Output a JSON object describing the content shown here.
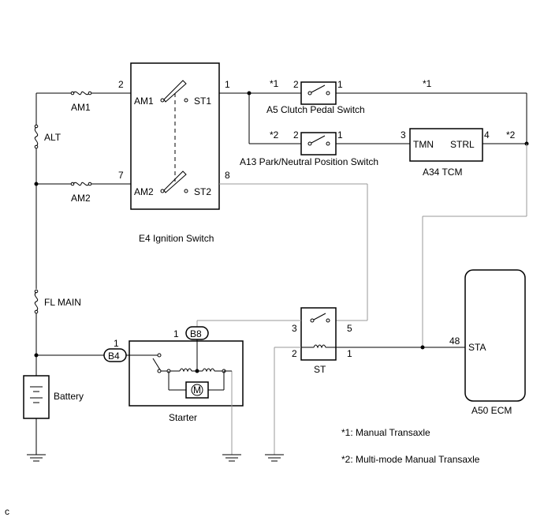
{
  "ignition_switch": {
    "name": "E4 Ignition Switch",
    "terminals": [
      "AM1",
      "ST1",
      "AM2",
      "ST2"
    ],
    "pins": {
      "am1": "2",
      "st1": "1",
      "am2": "7",
      "st2": "8"
    }
  },
  "fuses": {
    "am1": "AM1",
    "am2": "AM2",
    "alt": "ALT",
    "fl_main": "FL MAIN"
  },
  "clutch_switch": {
    "name": "A5 Clutch Pedal Switch",
    "pin_in": "2",
    "pin_out": "1",
    "marker": "*1"
  },
  "park_switch": {
    "name": "A13 Park/Neutral Position Switch",
    "pin_in": "2",
    "pin_out": "1",
    "marker": "*2"
  },
  "marker_top": "*1",
  "tcm": {
    "name": "A34 TCM",
    "in": "TMN",
    "out": "STRL",
    "pin_in": "3",
    "pin_out": "4",
    "marker": "*2"
  },
  "relay": {
    "name": "ST",
    "pins": {
      "p3": "3",
      "p5": "5",
      "p2": "2",
      "p1": "1"
    }
  },
  "ecm": {
    "name": "A50 ECM",
    "terminal": "STA",
    "pin": "48"
  },
  "starter": {
    "name": "Starter",
    "connector_b8": "B8",
    "connector_b4": "B4",
    "pin_b8": "1",
    "pin_b4": "1",
    "motor": "M"
  },
  "battery": {
    "name": "Battery"
  },
  "notes": [
    "*1: Manual Transaxle",
    "*2: Multi-mode Manual Transaxle"
  ],
  "corner_label": "c"
}
